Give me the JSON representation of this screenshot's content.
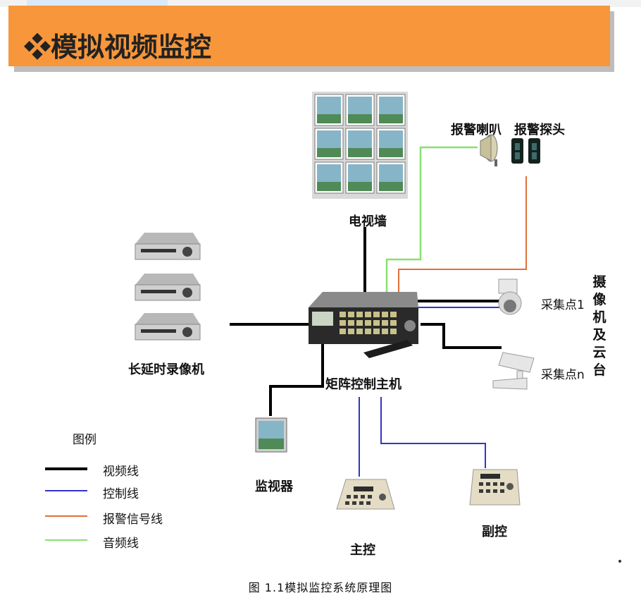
{
  "header": {
    "title": "❖模拟视频监控"
  },
  "labels": {
    "tv_wall": "电视墙",
    "alarm_horn": "报警喇叭",
    "alarm_probe": "报警探头",
    "long_recorder": "长延时录像机",
    "matrix_host": "矩阵控制主机",
    "collect_point_1": "采集点1",
    "collect_point_2": "采集点n",
    "camera_ptz": "摄像机及云台",
    "monitor": "监视器",
    "main_console": "主控",
    "sub_console": "副控"
  },
  "legend": {
    "title": "图例",
    "items": [
      {
        "label": "视频线",
        "color": "#000000"
      },
      {
        "label": "控制线",
        "color": "#3333cc"
      },
      {
        "label": "报警信号线",
        "color": "#e0703a"
      },
      {
        "label": "音频线",
        "color": "#88e070"
      }
    ]
  },
  "caption": "图 1.1模拟监控系统原理图"
}
